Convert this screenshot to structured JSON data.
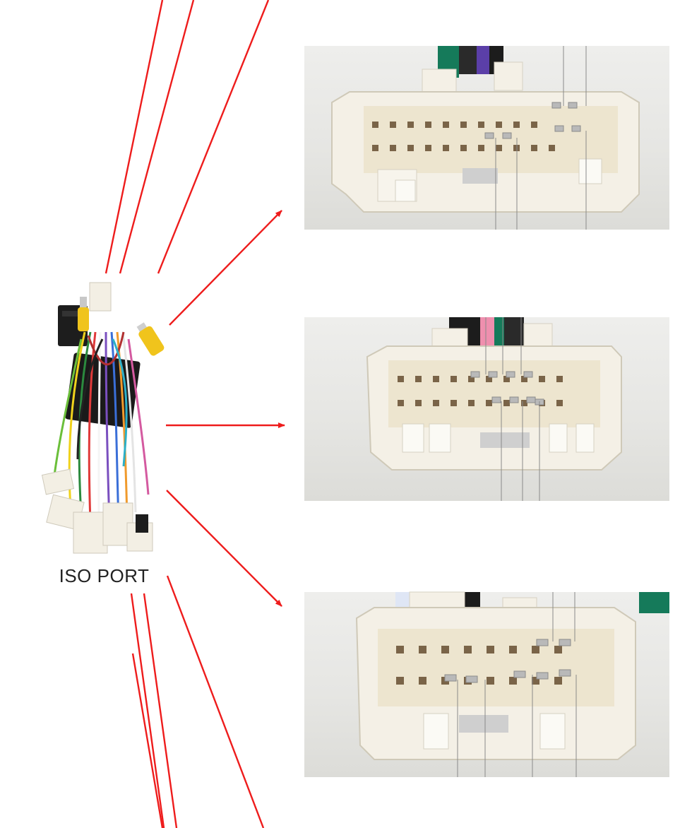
{
  "harness": {
    "label": "ISO PORT",
    "icon": "wire-harness-icon"
  },
  "connectors": [
    {
      "name": "connector-top",
      "icon": "connector-photo-icon",
      "pins_top_row": 10,
      "pins_bottom_row": 11
    },
    {
      "name": "connector-middle",
      "icon": "connector-photo-icon",
      "pins_top_row": 10,
      "pins_bottom_row": 10
    },
    {
      "name": "connector-bottom",
      "icon": "connector-photo-icon",
      "pins_top_row": 8,
      "pins_bottom_row": 8
    }
  ],
  "colors": {
    "arrow": "#ee1c1c",
    "leader": "#888888",
    "housing": "#f2eee3",
    "background": "#ffffff"
  }
}
